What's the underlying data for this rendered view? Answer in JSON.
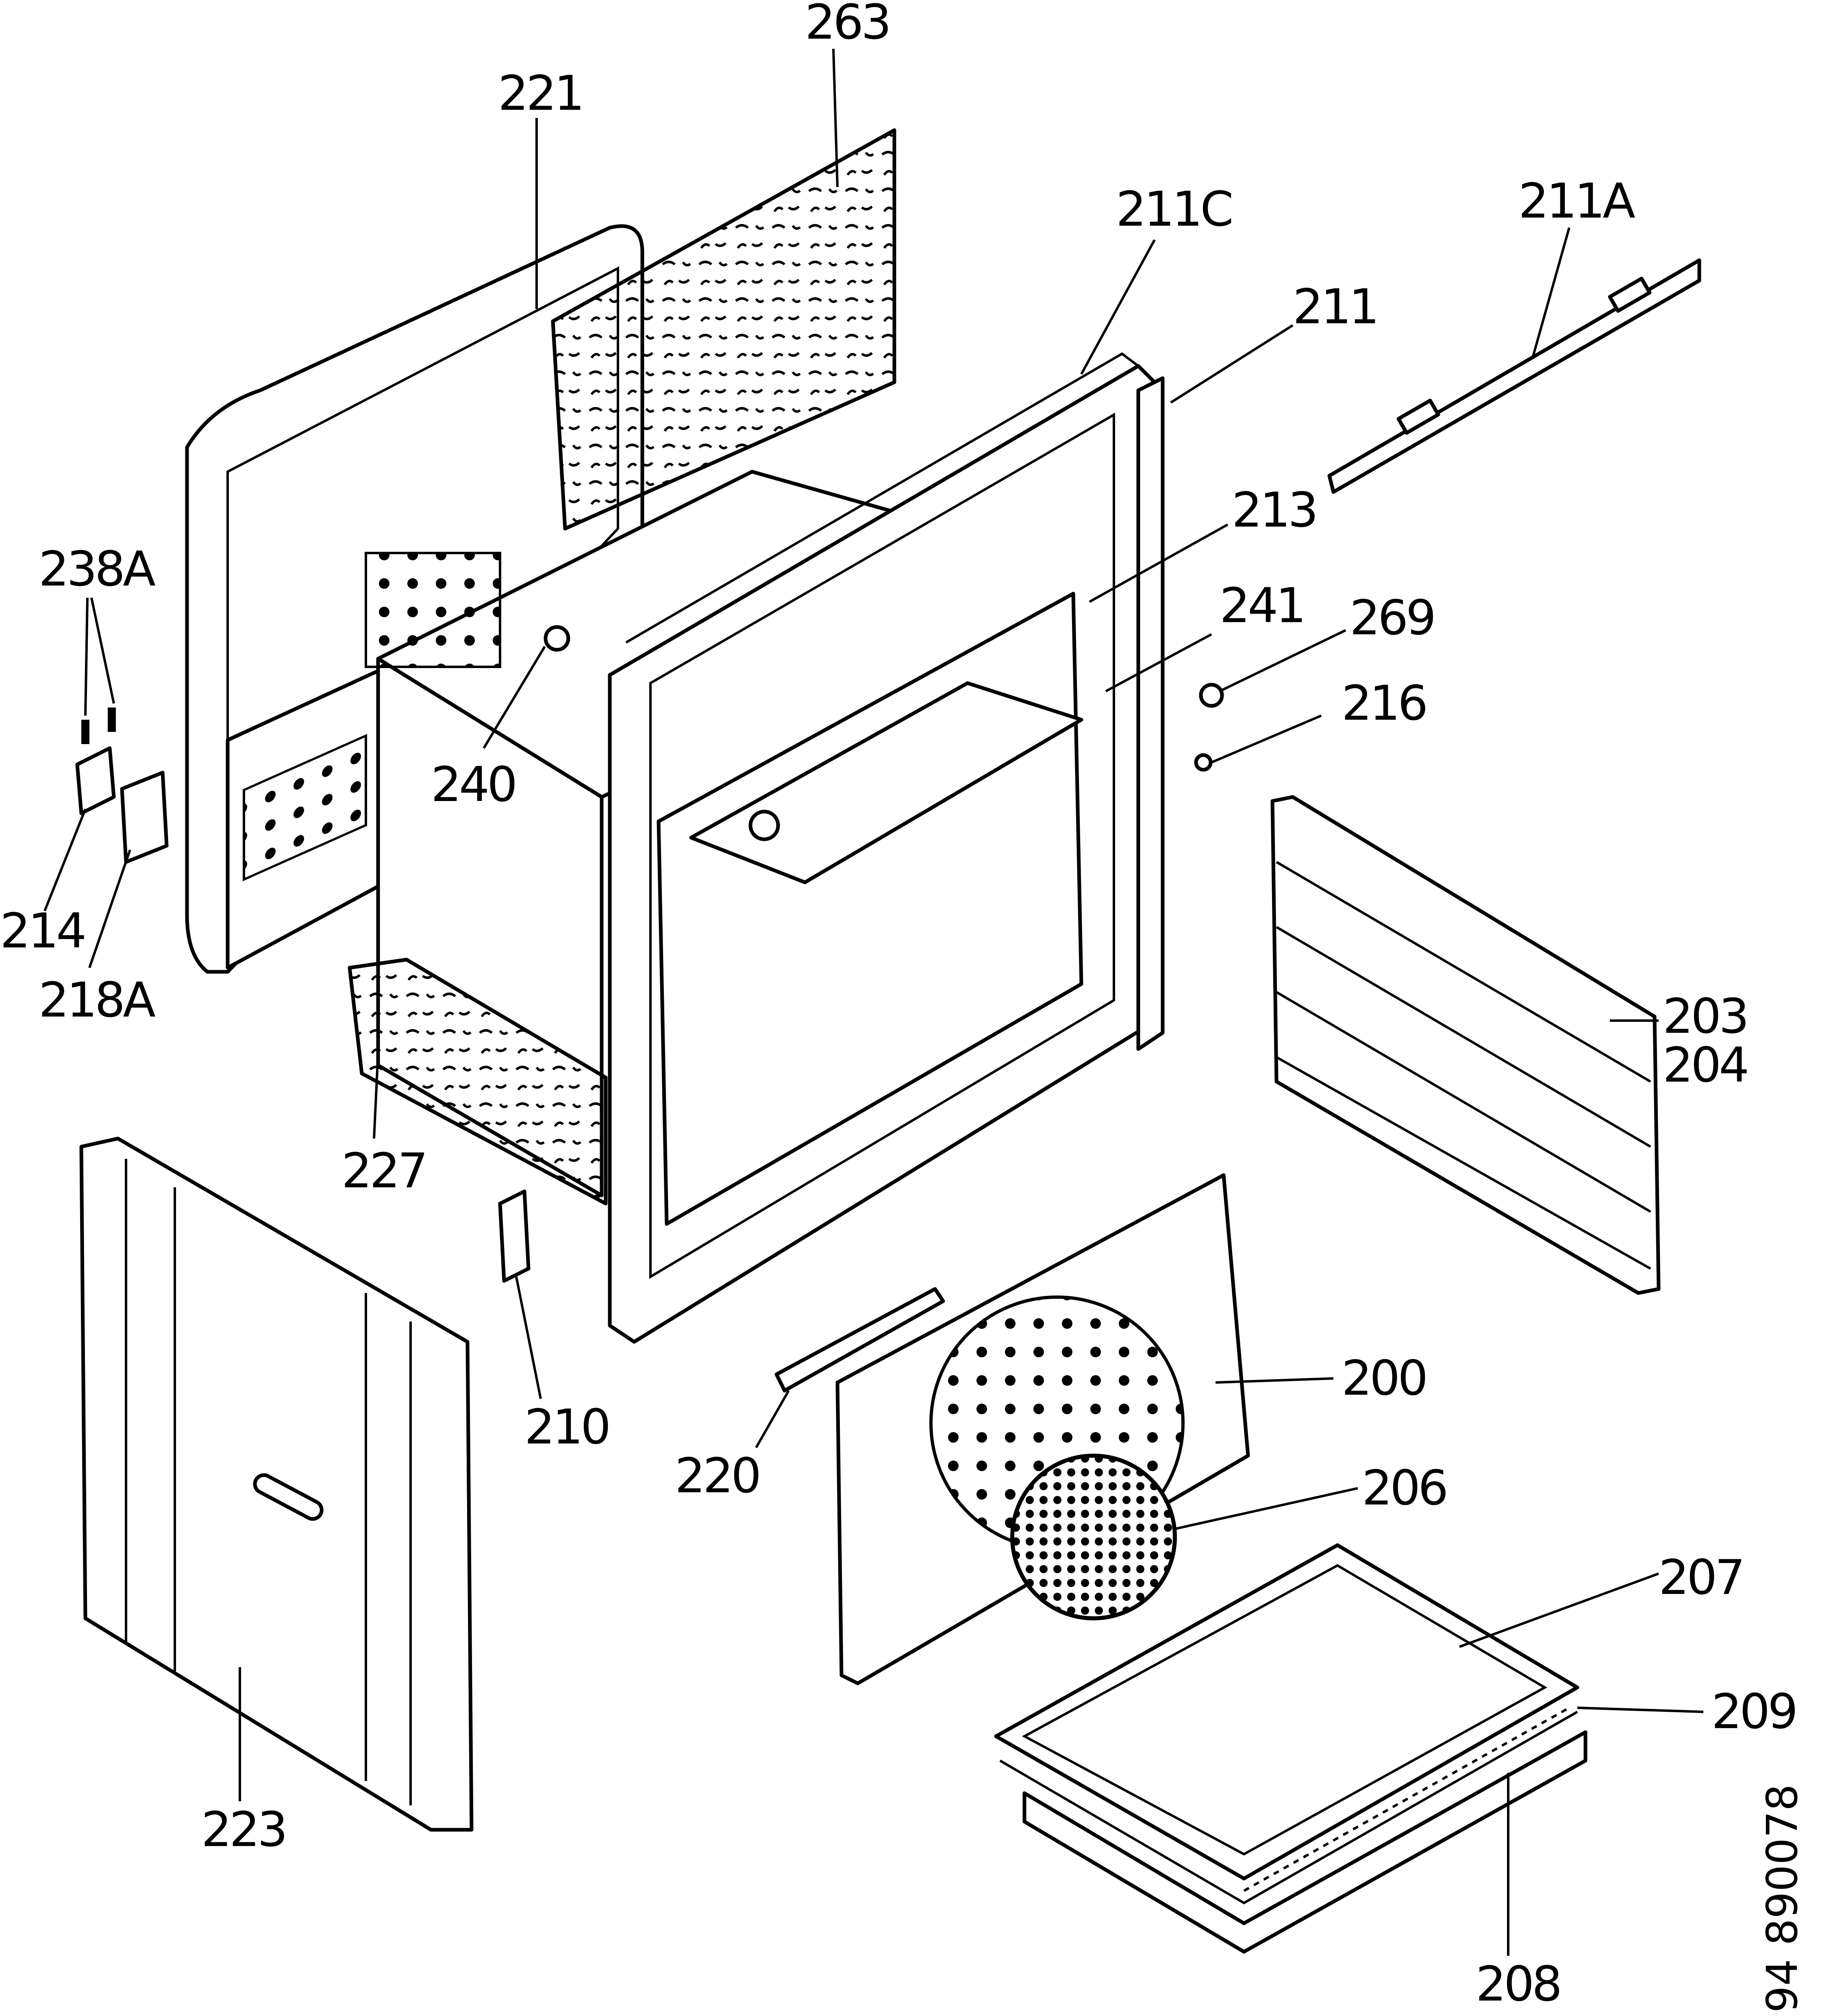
{
  "labels": {
    "l263": "263",
    "l221": "221",
    "l211C": "211C",
    "l211A": "211A",
    "l211": "211",
    "l213": "213",
    "l241": "241",
    "l269": "269",
    "l216": "216",
    "l238A": "238A",
    "l240": "240",
    "l214": "214",
    "l218A": "218A",
    "l203": "203",
    "l204": "204",
    "l227": "227",
    "l200": "200",
    "l210": "210",
    "l220": "220",
    "l206": "206",
    "l207": "207",
    "l209": "209",
    "l223": "223",
    "l208": "208"
  },
  "drawing_code": "94 890078",
  "colors": {
    "ink": "#000000",
    "paper": "#ffffff"
  }
}
